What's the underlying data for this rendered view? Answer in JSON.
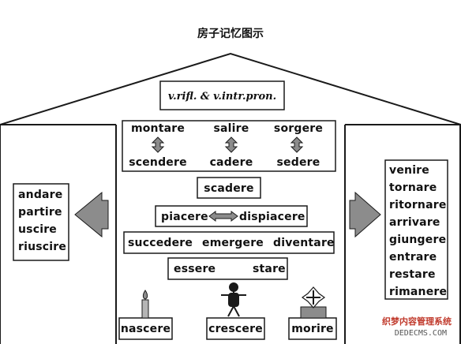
{
  "title": "房子记忆图示",
  "roof_label": "v.rifl. & v.intr.pron.",
  "pairs": [
    {
      "top": "montare",
      "bottom": "scendere"
    },
    {
      "top": "salire",
      "bottom": "cadere"
    },
    {
      "top": "sorgere",
      "bottom": "sedere"
    }
  ],
  "scadere": "scadere",
  "piacere": "piacere",
  "dispiacere": "dispiacere",
  "row_verbs": [
    "succedere",
    "emergere",
    "diventare"
  ],
  "essere": "essere",
  "stare": "stare",
  "left_list": [
    "andare",
    "partire",
    "uscire",
    "riuscire"
  ],
  "right_list": [
    "venire",
    "tornare",
    "ritornare",
    "arrivare",
    "giungere",
    "entrare",
    "restare",
    "rimanere"
  ],
  "bottom_boxes": [
    "nascere",
    "crescere",
    "morire"
  ],
  "watermark": {
    "line1": "织梦内容管理系统",
    "line2": "DEDECMS.COM"
  },
  "colors": {
    "stroke": "#1a1a1a",
    "arrow_fill": "#8c8c8c",
    "arrow_fill_light": "#b5b5b5",
    "text": "#111111"
  },
  "icons": [
    "candle-icon",
    "stick-figure-icon",
    "cross-tomb-icon",
    "double-arrow-icon"
  ]
}
